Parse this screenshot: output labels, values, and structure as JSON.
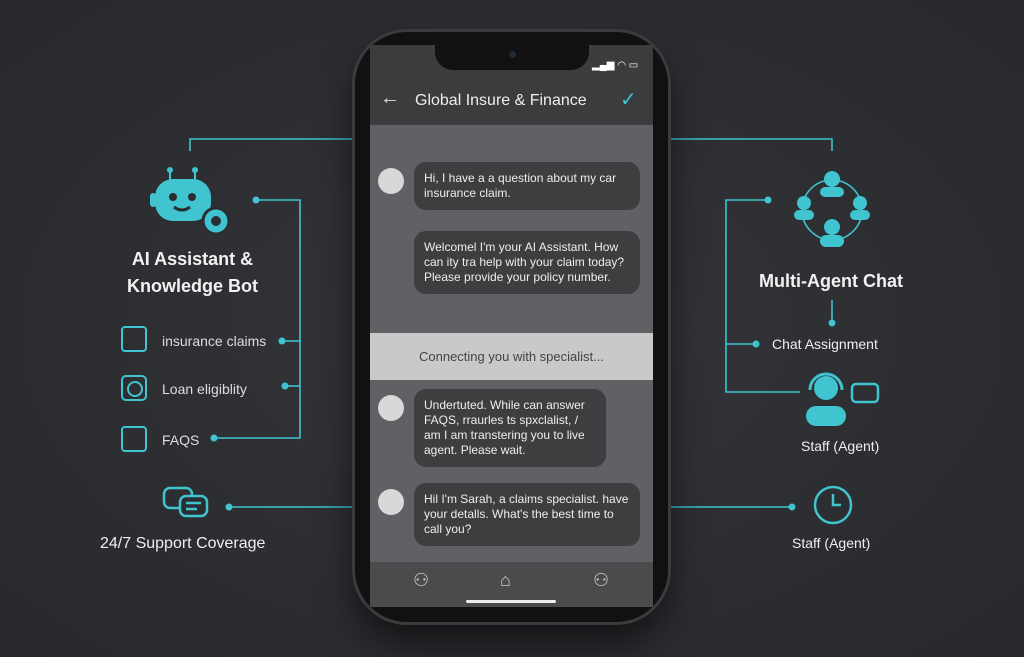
{
  "colors": {
    "accent": "#3fc4d0",
    "background": "#2b2d30",
    "screen": "#5f6164",
    "bubble": "#3d3e40"
  },
  "left": {
    "title_line1": "AI Assistant &",
    "title_line2": "Knowledge Bot",
    "features": [
      {
        "label": "insurance claims",
        "icon": "document-icon"
      },
      {
        "label": "Loan eligiblity",
        "icon": "document-circle-icon"
      },
      {
        "label": "FAQS",
        "icon": "folder-clock-icon"
      }
    ],
    "support": "24/7 Support Coverage"
  },
  "right": {
    "title": "Multi-Agent Chat",
    "assignment": "Chat Assignment",
    "staff1": "Staff (Agent)",
    "staff2": "Staff (Agent)"
  },
  "phone": {
    "title": "Global Insure & Finance",
    "messages": [
      {
        "text": "Hi, I have a a question about my car insurance claim."
      },
      {
        "text": "Welcomel I'm your AI Assistant. How can ity tra help with your claim today? Please provide your policy number."
      },
      {
        "text": "Undertuted. While can answer FAQS, rraurles ts spxclalist, / am I am transtering you to live agent. Please wait."
      },
      {
        "text": "Hil I'm Sarah, a claims specialist. have your detalls. What's the best time to call you?"
      }
    ],
    "connecting": "Connecting you with specialist..."
  }
}
